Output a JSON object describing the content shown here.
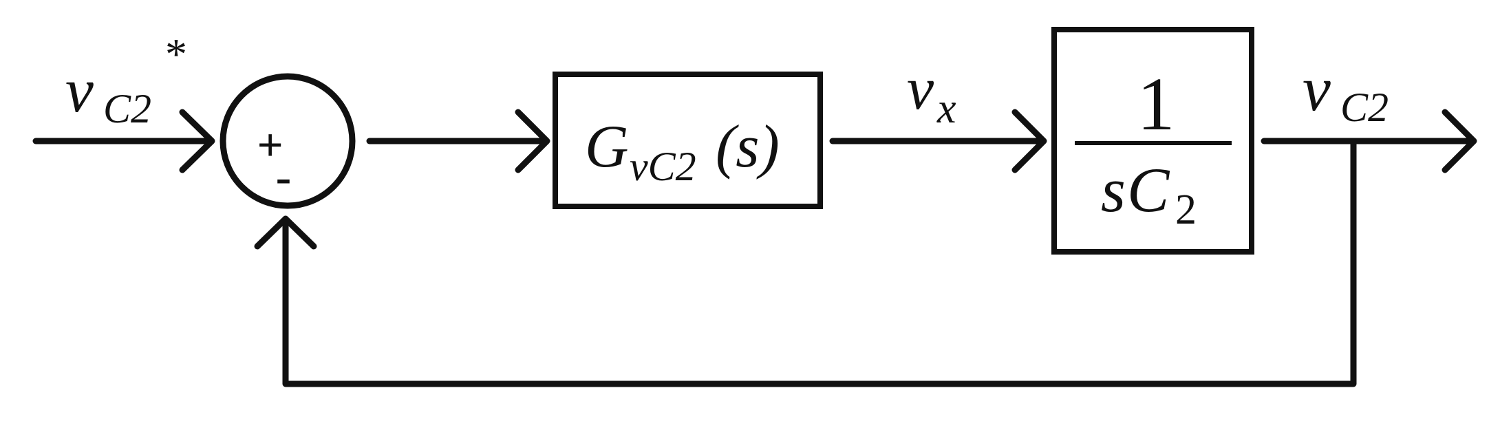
{
  "input_signal": {
    "symbol": "v",
    "subscript": "C2",
    "superscript": "*"
  },
  "summing_junction": {
    "plus_sign": "+",
    "minus_sign": "-"
  },
  "controller_block": {
    "symbol": "G",
    "subscript": "vC2",
    "argument": "(s)"
  },
  "intermediate_signal": {
    "symbol": "v",
    "subscript": "x"
  },
  "plant_block": {
    "numerator": "1",
    "denominator_s": "s",
    "denominator_symbol": "C",
    "denominator_subscript": "2"
  },
  "output_signal": {
    "symbol": "v",
    "subscript": "C2"
  },
  "colors": {
    "ink": "#111111",
    "background": "#ffffff"
  }
}
